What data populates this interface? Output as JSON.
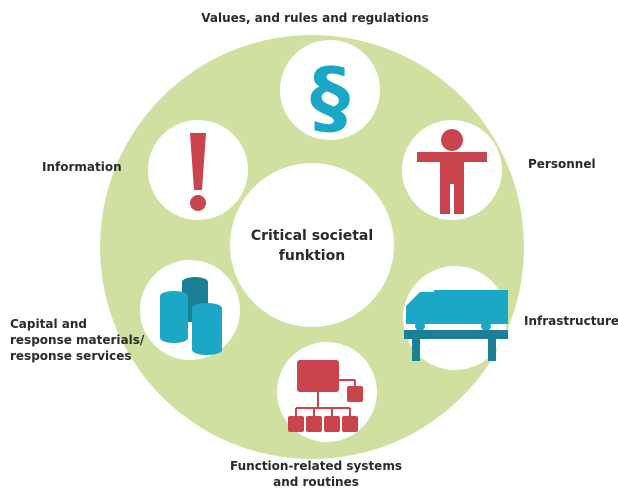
{
  "center": {
    "line1": "Critical societal",
    "line2": "funktion"
  },
  "categories": [
    {
      "label": "Values, and rules and regulations",
      "icon": "paragraph-icon"
    },
    {
      "label": "Personnel",
      "icon": "person-icon"
    },
    {
      "label": "Infrastructure",
      "icon": "bridge-truck-icon"
    },
    {
      "label_lines": [
        "Function-related systems",
        "and routines"
      ],
      "icon": "org-chart-icon"
    },
    {
      "label_lines": [
        "Capital and",
        "response materials/",
        "response services"
      ],
      "icon": "barrels-icon"
    },
    {
      "label": "Information",
      "icon": "exclamation-icon"
    }
  ],
  "colors": {
    "ring": "#cfe0a0",
    "circle": "#ffffff",
    "blue": "#1ba7c6",
    "blue_dark": "#1b7f96",
    "red": "#c9444d"
  }
}
